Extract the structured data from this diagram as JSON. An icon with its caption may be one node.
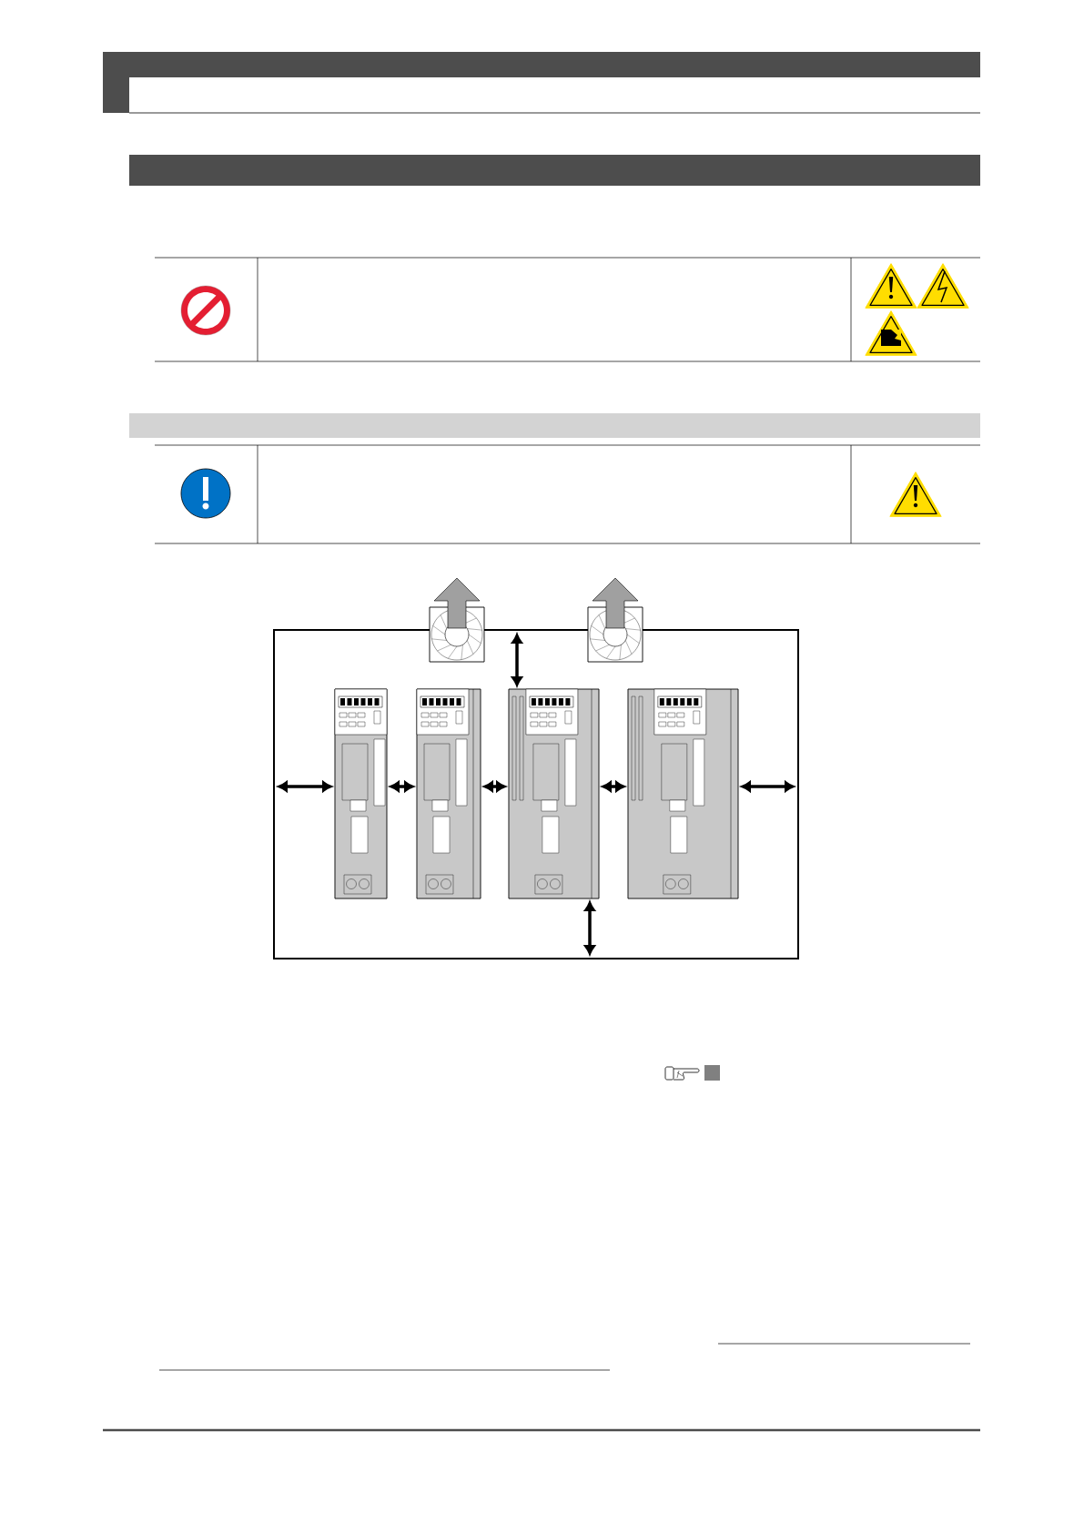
{
  "diagram": {
    "nodes": [
      {
        "text": [],
        "shape": "bar"
      },
      {
        "text": [],
        "shape": "bar"
      },
      {
        "text": [],
        "shape": "box"
      },
      {
        "text": [],
        "shape": "box",
        "in": 2
      },
      {
        "text": [],
        "shape": "box",
        "in": 2
      },
      {
        "text": [],
        "shape": "box",
        "in": 2
      },
      {
        "text": [],
        "shape": "box",
        "in": 2
      }
    ]
  }
}
